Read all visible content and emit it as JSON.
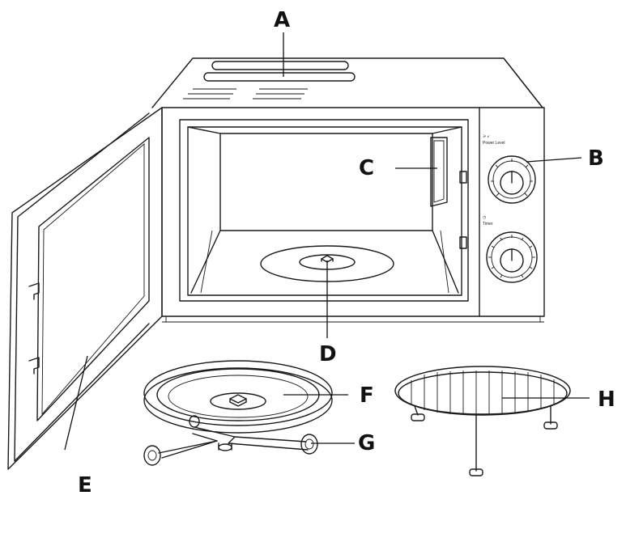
{
  "labels": {
    "a": "A",
    "b": "B",
    "c": "C",
    "d": "D",
    "e": "E",
    "f": "F",
    "g": "G",
    "h": "H"
  },
  "control_panel": {
    "power_label": "Power Level",
    "timer_label": "Timer"
  },
  "colors": {
    "line": "#1a1a1a",
    "background": "#ffffff"
  }
}
